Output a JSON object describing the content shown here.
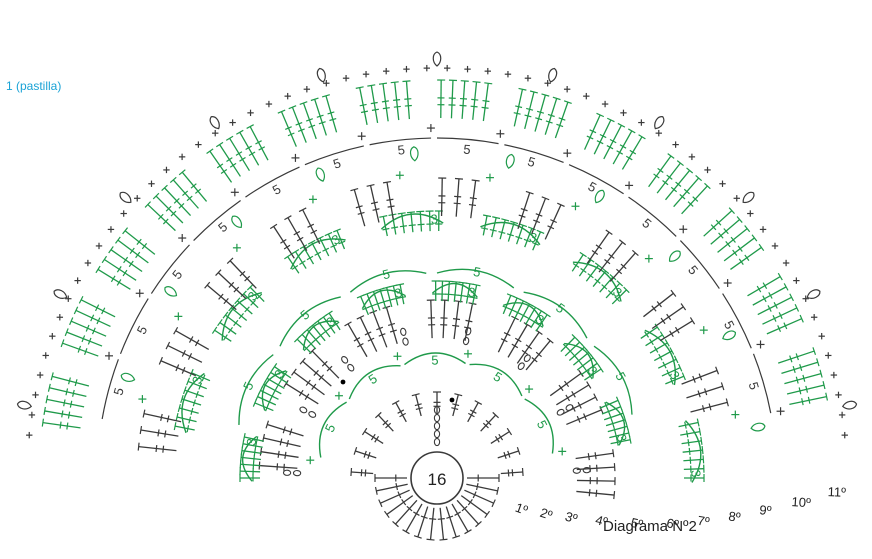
{
  "legend": {
    "label": "1 (pastilla)",
    "color": "#1aa3d6"
  },
  "title": "Diagrama Nº2",
  "center": {
    "label": "16"
  },
  "rows": [
    {
      "label": "1º"
    },
    {
      "label": "2º"
    },
    {
      "label": "3º"
    },
    {
      "label": "4º"
    },
    {
      "label": "5º"
    },
    {
      "label": "6º"
    },
    {
      "label": "7º"
    },
    {
      "label": "8º"
    },
    {
      "label": "9º"
    },
    {
      "label": "10º"
    },
    {
      "label": "11º"
    }
  ],
  "chain_counts": {
    "inner_arcs": [
      "5",
      "5",
      "5",
      "5",
      "5"
    ],
    "fan_counts": [
      "3",
      "3",
      "3",
      "3",
      "3",
      "3",
      "3",
      "3",
      "3",
      "3",
      "3",
      "3",
      "3",
      "3",
      "3",
      "3"
    ],
    "middle_arcs": [
      "5",
      "5",
      "5",
      "5",
      "5",
      "5"
    ],
    "outer_arcs": [
      "5",
      "5",
      "5",
      "5",
      "5",
      "5",
      "5",
      "5",
      "5",
      "5",
      "5",
      "5",
      "5",
      "5"
    ]
  },
  "colors": {
    "stitch_dark": "#3a3a3a",
    "stitch_green": "#1f9a4a",
    "accent_blue": "#1aa3d6"
  }
}
